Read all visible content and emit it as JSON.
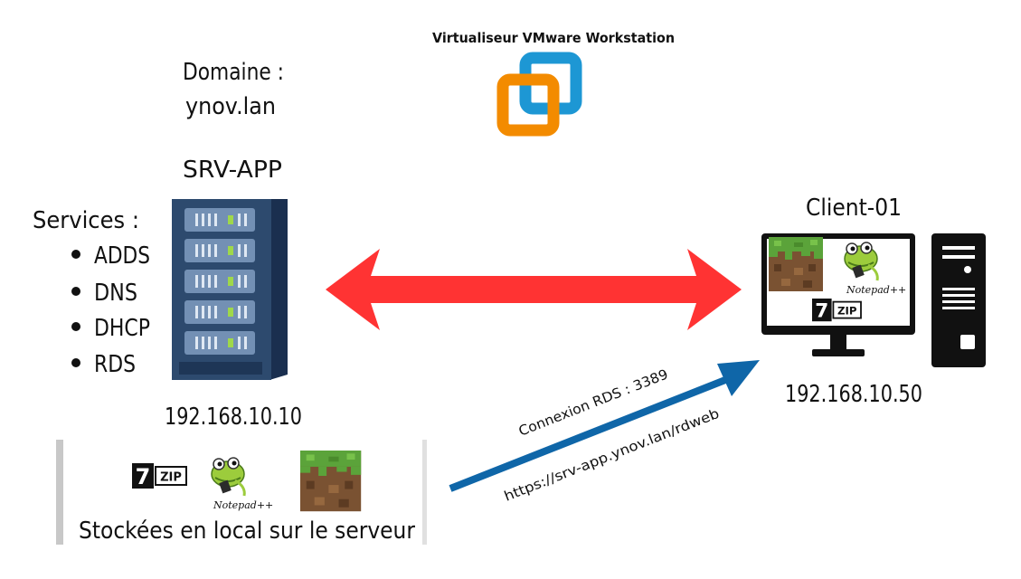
{
  "virtualizer": {
    "label": "Virtualiseur VMware Workstation",
    "logo_icon": "vmware-workstation-logo",
    "logo_colors": {
      "front": "#f38b00",
      "back": "#1d97d4"
    }
  },
  "domain": {
    "label": "Domaine :",
    "name": "ynov.lan"
  },
  "server": {
    "name": "SRV-APP",
    "ip": "192.168.10.10",
    "icon": "server-rack-icon",
    "services_title": "Services :",
    "services": [
      "ADDS",
      "DNS",
      "DHCP",
      "RDS"
    ]
  },
  "client": {
    "name": "Client-01",
    "ip": "192.168.10.50",
    "icon": "desktop-computer-icon"
  },
  "storage": {
    "caption": "Stockées en local sur le serveur"
  },
  "apps": {
    "zip": {
      "badge": "7",
      "text": "ZIP"
    },
    "notepad": {
      "text": "Notepad++"
    },
    "minecraft": {
      "icon": "minecraft-grass-block-icon"
    }
  },
  "links": {
    "sync_color": "#ff3333",
    "rds_color": "#0f66a8",
    "rds_label": "Connexion RDS : 3389",
    "rds_url": "https://srv-app.ynov.lan/rdweb"
  }
}
